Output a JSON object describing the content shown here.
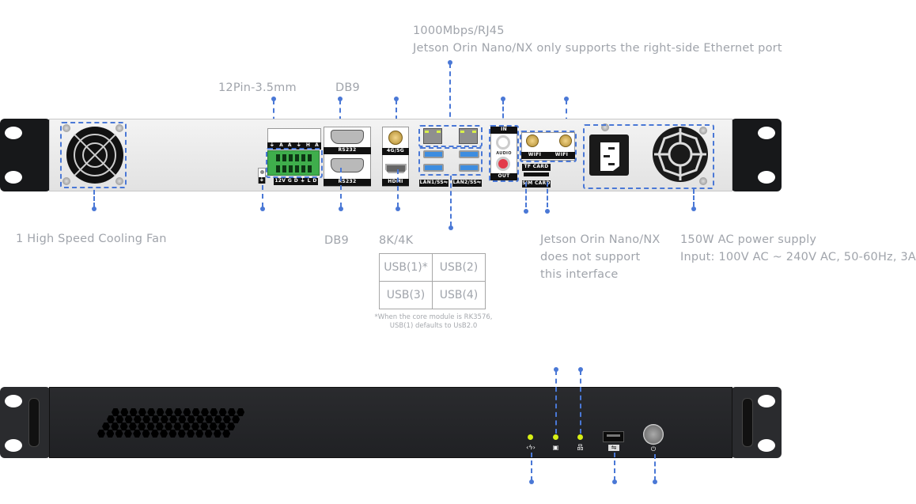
{
  "rear_panel": {
    "callouts": {
      "ethernet": {
        "line1": "1000Mbps/RJ45",
        "line2": "Jetson Orin Nano/NX only supports the right-side Ethernet port"
      },
      "terminal": "12Pin-3.5mm",
      "db9_top": "DB9",
      "fan": "1 High Speed Cooling Fan",
      "db9_bottom": "DB9",
      "hdmi": "8K/4K",
      "sim_tf": "Jetson Orin Nano/NX\ndoes not support\nthis interface",
      "psu": {
        "line1": "150W AC power supply",
        "line2": "Input: 100V AC ~ 240V AC, 50-60Hz, 3A"
      }
    },
    "port_labels": {
      "rs232_top": "RS232",
      "rs232_bottom": "RS232",
      "antenna_4g5g": "4G/5G",
      "hdmi": "HDMI",
      "lan1": "LAN1/SS⇋",
      "lan2": "LAN2/SS⇋",
      "audio_in": "IN",
      "audio": "AUDIO",
      "audio_out": "OUT",
      "wifi1": "WIFI",
      "wifi2": "WIFI",
      "tf_card": "TF CARD",
      "sim_card": "SIM CARD",
      "terminal_top": [
        "⏚",
        "A",
        "A",
        "⏚",
        "H",
        "A"
      ],
      "terminal_bottom": [
        "12V",
        "G",
        "D",
        "⏚",
        "L",
        "D"
      ]
    },
    "usb_table": {
      "rows": [
        [
          "USB(1)*",
          "USB(2)"
        ],
        [
          "USB(3)",
          "USB(4)"
        ]
      ],
      "note": "*When the core module is RK3576,\nUSB(1) defaults to UsB2.0"
    }
  },
  "front_panel": {
    "indicators": [
      {
        "name": "power-led",
        "icon": "power-flash-icon",
        "glyph": "‹ϟ›",
        "color": "#d8f016"
      },
      {
        "name": "storage-led",
        "icon": "disk-icon",
        "glyph": "▣",
        "color": "#d8f016"
      },
      {
        "name": "network-led",
        "icon": "network-icon",
        "glyph": "品",
        "color": "#d8f016"
      }
    ],
    "usb_icon_glyph": "⇋",
    "power_icon_glyph": "⏻"
  },
  "colors": {
    "callout": "#4a78d6",
    "label_text": "#a0a4ab",
    "led": "#d8f016"
  }
}
